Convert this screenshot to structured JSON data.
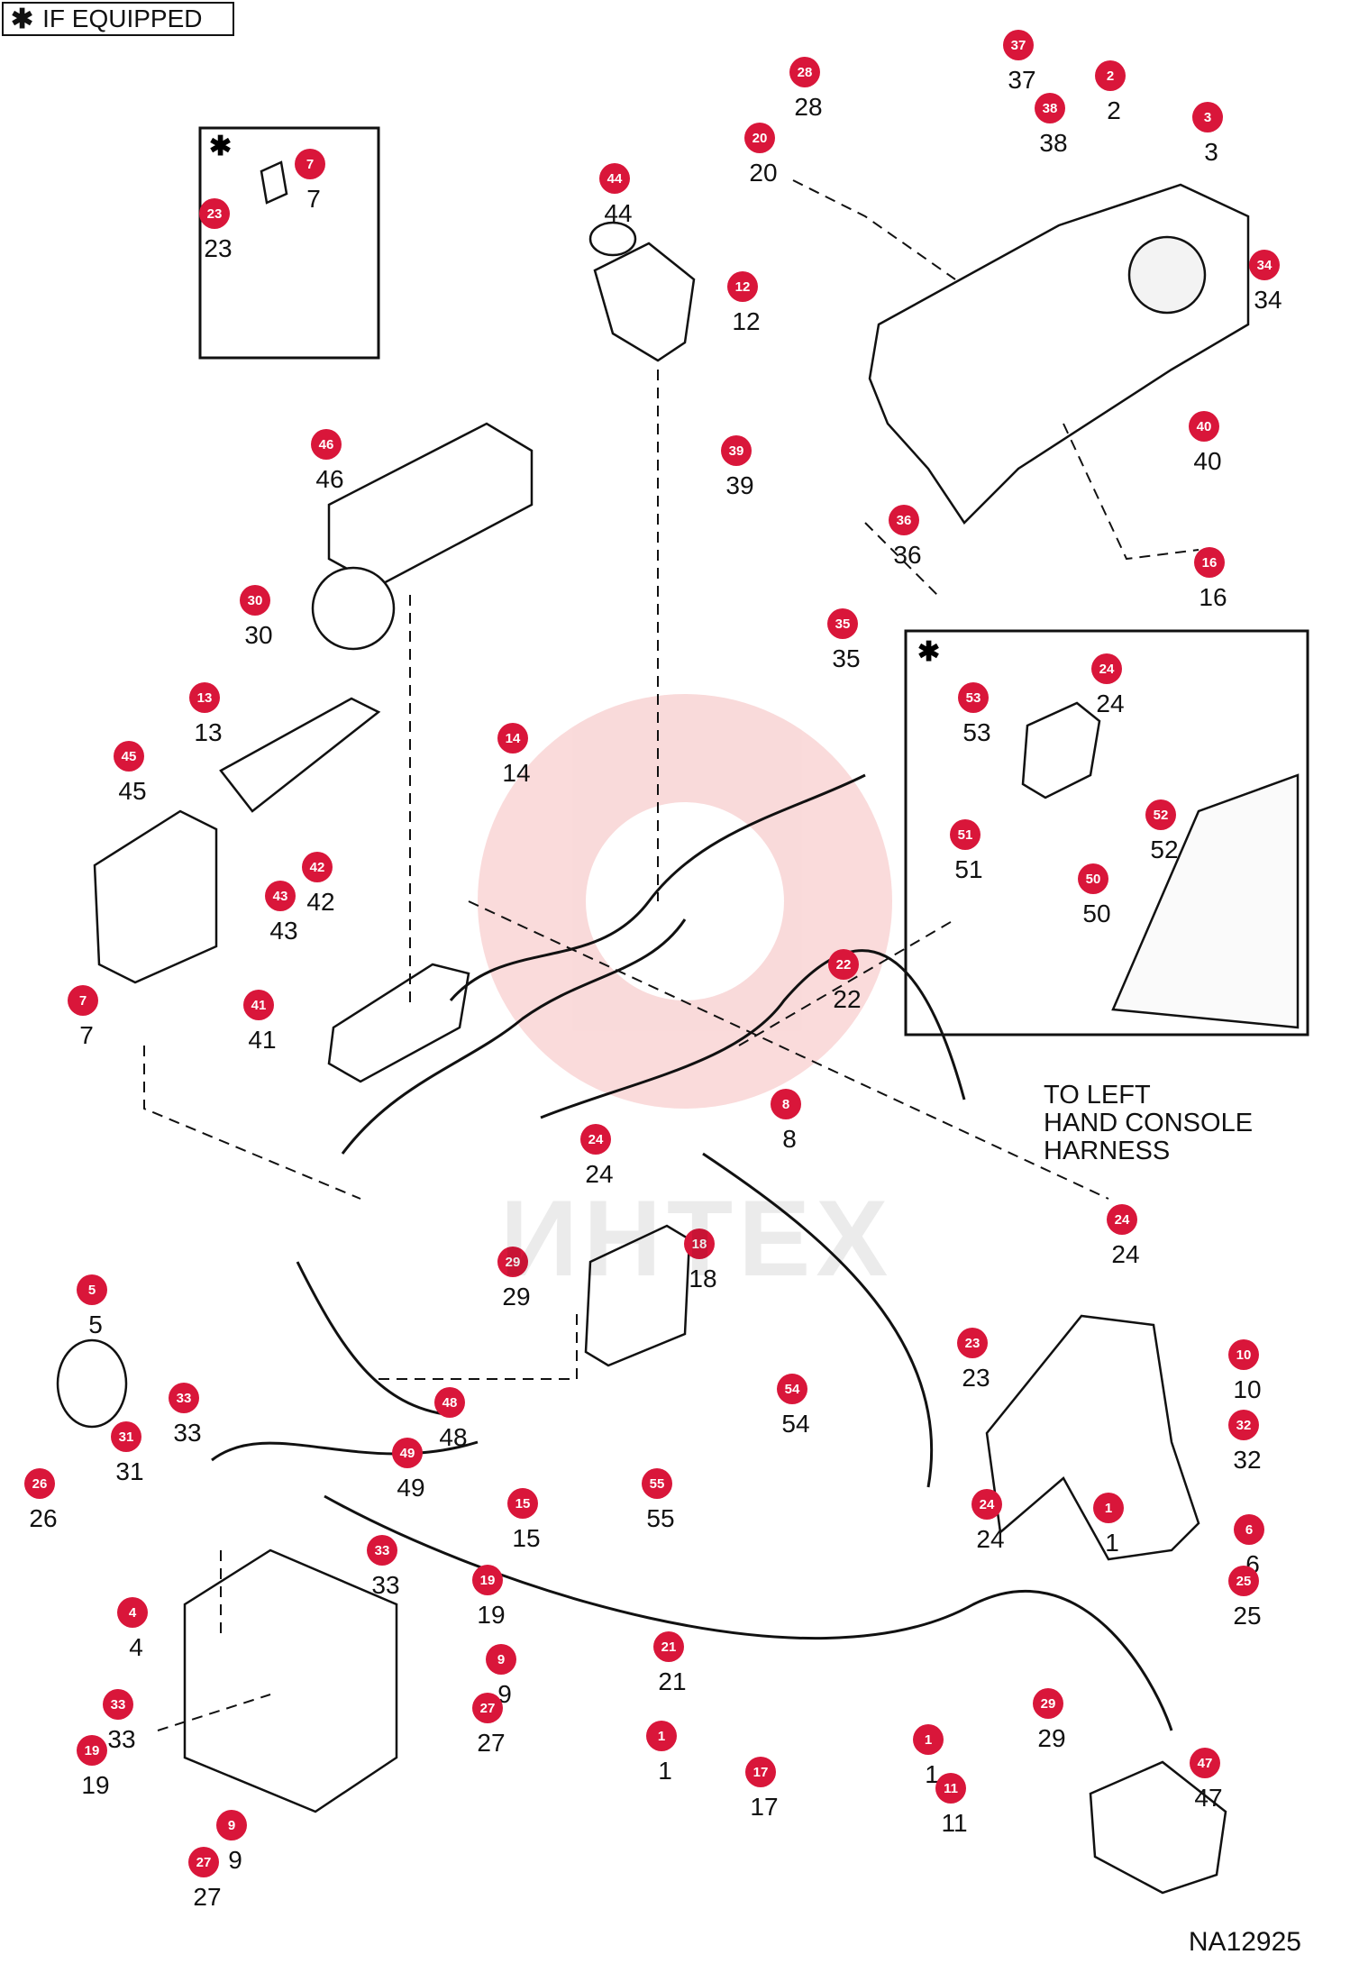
{
  "legend": {
    "star": "✱",
    "text": "IF EQUIPPED"
  },
  "callout": {
    "lines": [
      "TO LEFT",
      "HAND CONSOLE",
      "HARNESS"
    ]
  },
  "drawing_id": "NA12925",
  "watermark": "ИНТЕХ",
  "colors": {
    "bubble": "#d9163a",
    "line": "#111111",
    "watermark": "#f7c9c9"
  },
  "parts": [
    {
      "id": "p28",
      "num": "28"
    },
    {
      "id": "p37",
      "num": "37"
    },
    {
      "id": "p2",
      "num": "2"
    },
    {
      "id": "p3",
      "num": "3"
    },
    {
      "id": "p38",
      "num": "38"
    },
    {
      "id": "p20",
      "num": "20"
    },
    {
      "id": "p44",
      "num": "44"
    },
    {
      "id": "p34",
      "num": "34"
    },
    {
      "id": "p12",
      "num": "12"
    },
    {
      "id": "p7a",
      "num": "7"
    },
    {
      "id": "p23a",
      "num": "23"
    },
    {
      "id": "p46",
      "num": "46"
    },
    {
      "id": "p39",
      "num": "39"
    },
    {
      "id": "p40",
      "num": "40"
    },
    {
      "id": "p36",
      "num": "36"
    },
    {
      "id": "p16",
      "num": "16"
    },
    {
      "id": "p35",
      "num": "35"
    },
    {
      "id": "p30",
      "num": "30"
    },
    {
      "id": "p13",
      "num": "13"
    },
    {
      "id": "p14",
      "num": "14"
    },
    {
      "id": "p45",
      "num": "45"
    },
    {
      "id": "p42",
      "num": "42"
    },
    {
      "id": "p43",
      "num": "43"
    },
    {
      "id": "p41",
      "num": "41"
    },
    {
      "id": "p7b",
      "num": "7"
    },
    {
      "id": "p22",
      "num": "22"
    },
    {
      "id": "p8",
      "num": "8"
    },
    {
      "id": "p24a",
      "num": "24"
    },
    {
      "id": "p53",
      "num": "53"
    },
    {
      "id": "p24b",
      "num": "24"
    },
    {
      "id": "p51",
      "num": "51"
    },
    {
      "id": "p52",
      "num": "52"
    },
    {
      "id": "p50",
      "num": "50"
    },
    {
      "id": "p24c",
      "num": "24"
    },
    {
      "id": "p18",
      "num": "18"
    },
    {
      "id": "p29a",
      "num": "29"
    },
    {
      "id": "p5",
      "num": "5"
    },
    {
      "id": "p24d",
      "num": "24"
    },
    {
      "id": "p23b",
      "num": "23"
    },
    {
      "id": "p10",
      "num": "10"
    },
    {
      "id": "p33a",
      "num": "33"
    },
    {
      "id": "p31",
      "num": "31"
    },
    {
      "id": "p48",
      "num": "48"
    },
    {
      "id": "p54",
      "num": "54"
    },
    {
      "id": "p32",
      "num": "32"
    },
    {
      "id": "p26",
      "num": "26"
    },
    {
      "id": "p49",
      "num": "49"
    },
    {
      "id": "p1a",
      "num": "1"
    },
    {
      "id": "p15",
      "num": "15"
    },
    {
      "id": "p55",
      "num": "55"
    },
    {
      "id": "p24e",
      "num": "24"
    },
    {
      "id": "p6",
      "num": "6"
    },
    {
      "id": "p25",
      "num": "25"
    },
    {
      "id": "p33b",
      "num": "33"
    },
    {
      "id": "p19a",
      "num": "19"
    },
    {
      "id": "p4",
      "num": "4"
    },
    {
      "id": "p21",
      "num": "21"
    },
    {
      "id": "p9a",
      "num": "9"
    },
    {
      "id": "p27a",
      "num": "27"
    },
    {
      "id": "p33c",
      "num": "33"
    },
    {
      "id": "p1b",
      "num": "1"
    },
    {
      "id": "p29b",
      "num": "29"
    },
    {
      "id": "p1c",
      "num": "1"
    },
    {
      "id": "p19b",
      "num": "19"
    },
    {
      "id": "p17",
      "num": "17"
    },
    {
      "id": "p11",
      "num": "11"
    },
    {
      "id": "p47",
      "num": "47"
    },
    {
      "id": "p9b",
      "num": "9"
    },
    {
      "id": "p27b",
      "num": "27"
    }
  ]
}
